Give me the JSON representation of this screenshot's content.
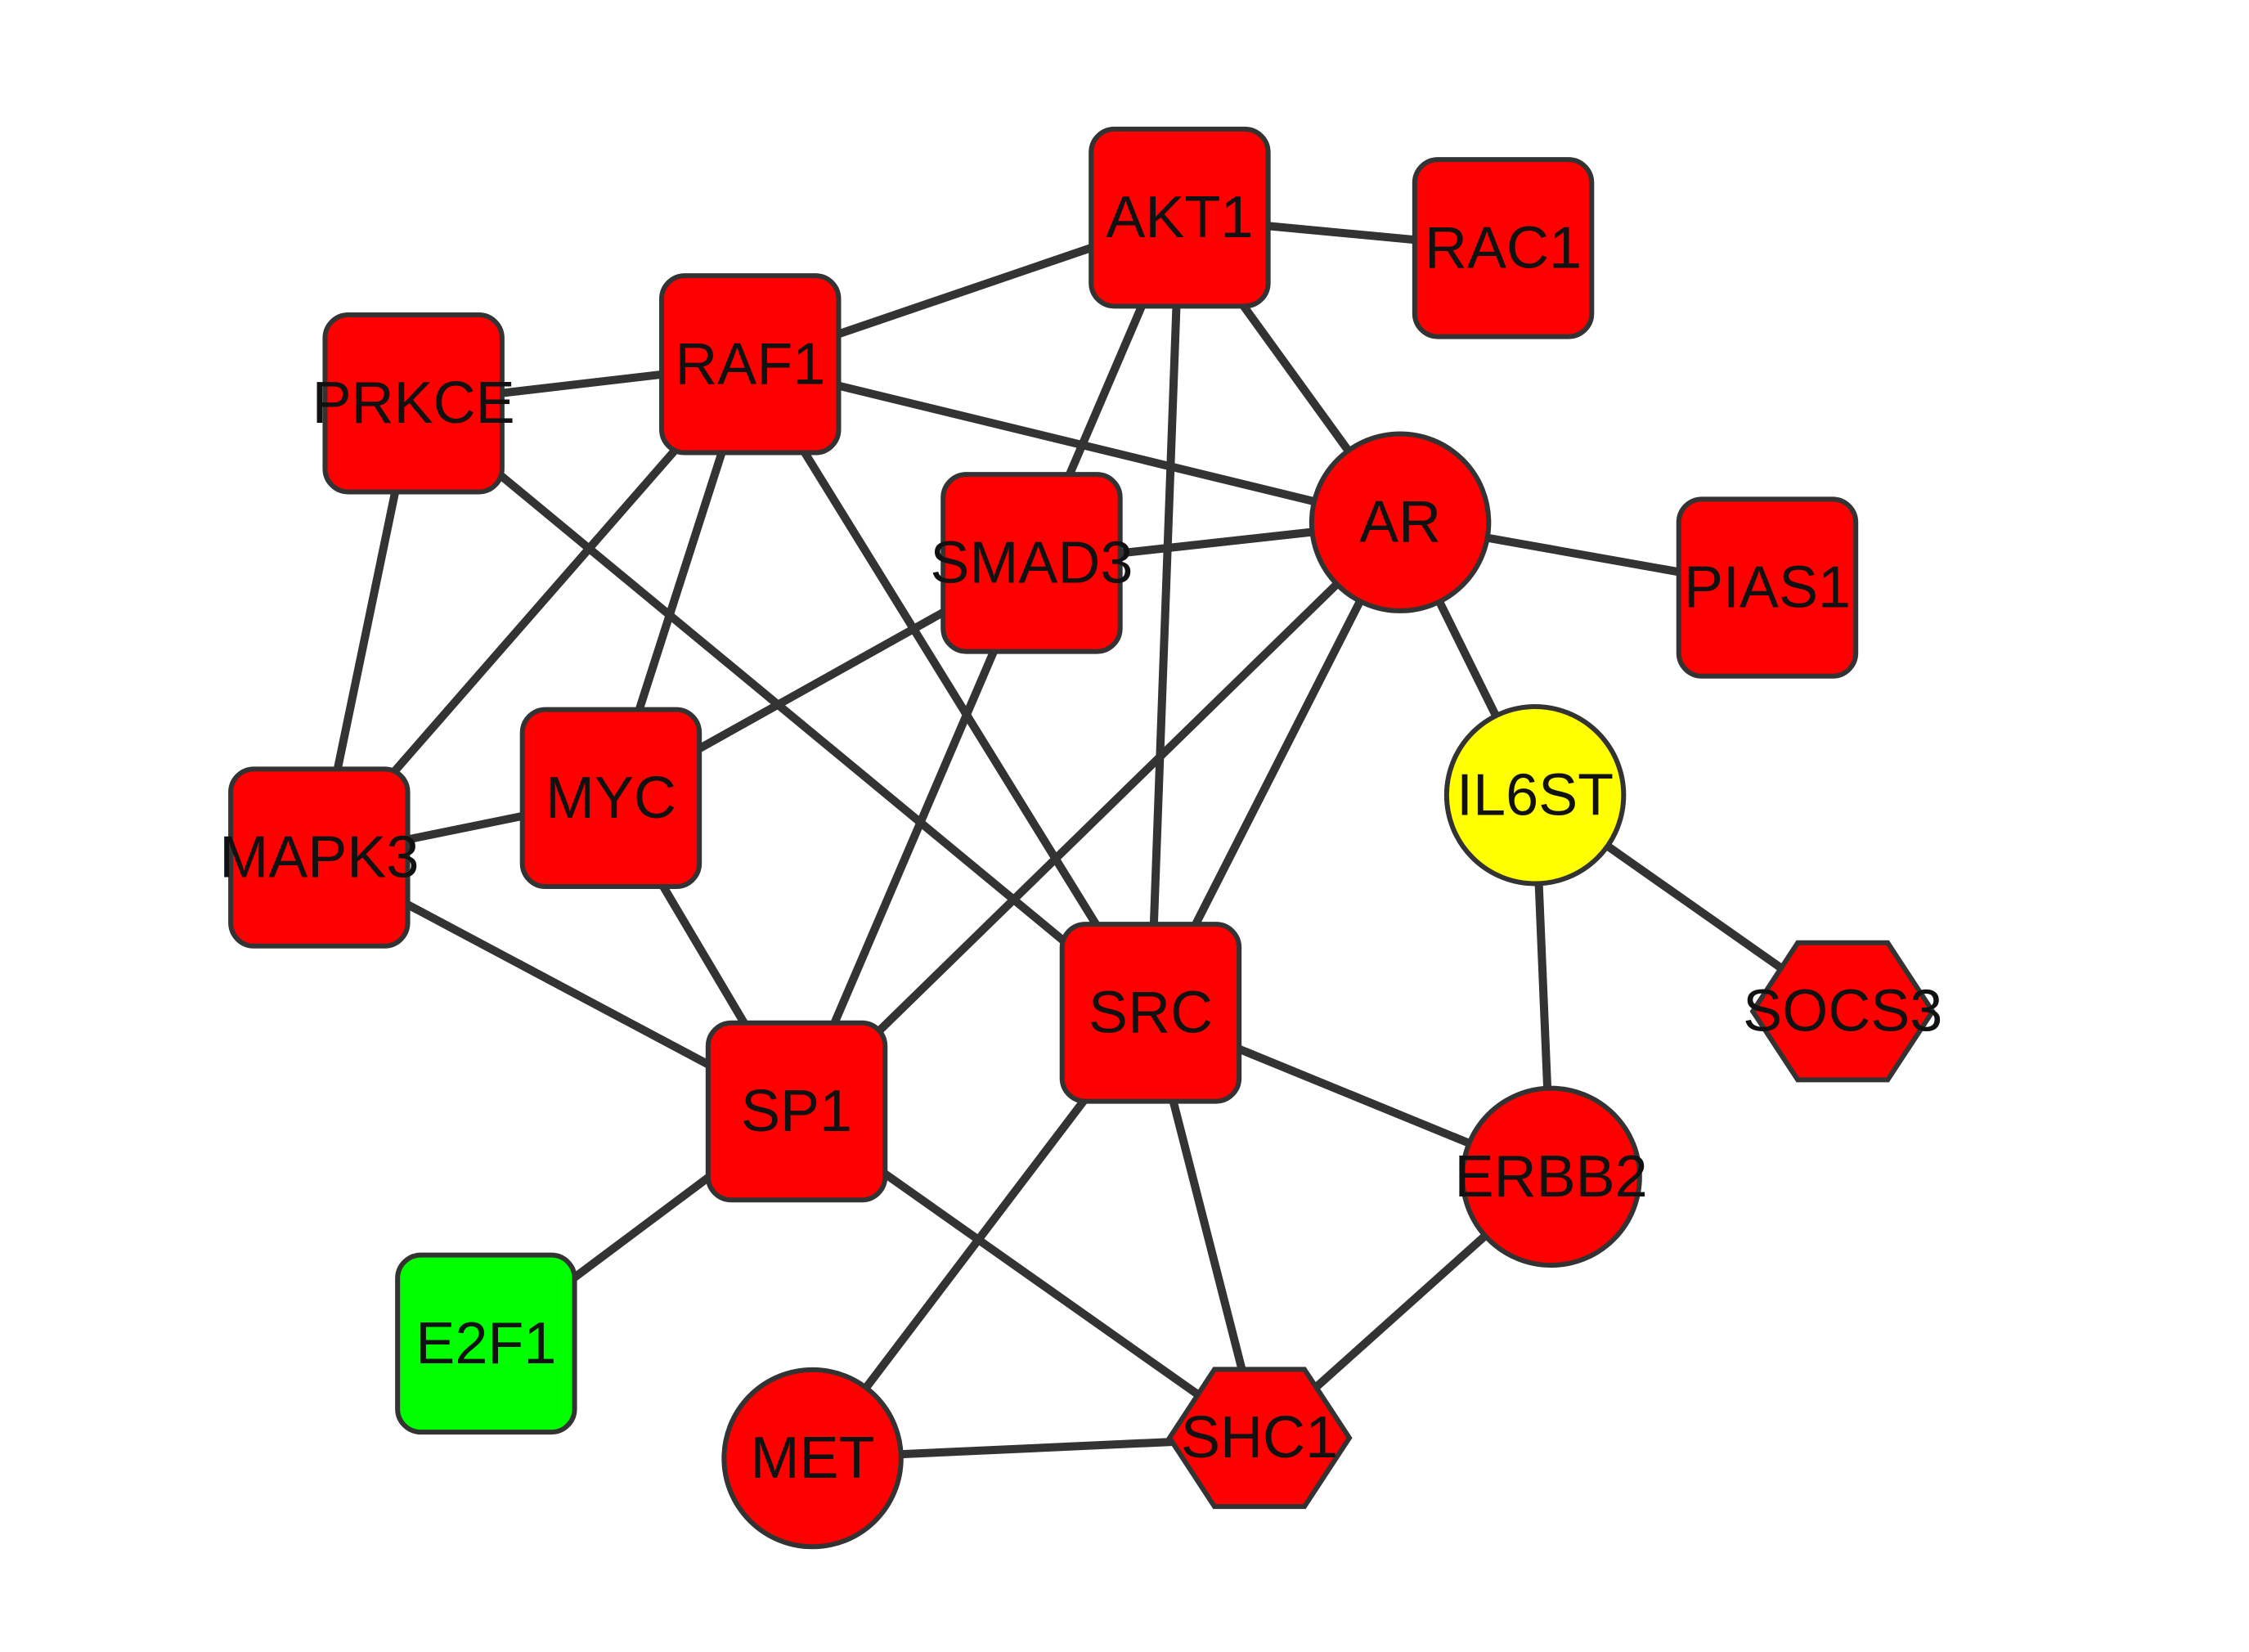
{
  "network": {
    "colors": {
      "red": "#ff0000",
      "green": "#00ff00",
      "yellow": "#ffff00",
      "edge": "#333333",
      "outline": "#333333"
    },
    "nodes": [
      {
        "id": "AKT1",
        "label": "AKT1",
        "shape": "rounded-square",
        "color": "red"
      },
      {
        "id": "RAC1",
        "label": "RAC1",
        "shape": "rounded-square",
        "color": "red"
      },
      {
        "id": "RAF1",
        "label": "RAF1",
        "shape": "rounded-square",
        "color": "red"
      },
      {
        "id": "PRKCE",
        "label": "PRKCE",
        "shape": "rounded-square",
        "color": "red"
      },
      {
        "id": "SMAD3",
        "label": "SMAD3",
        "shape": "rounded-square",
        "color": "red"
      },
      {
        "id": "AR",
        "label": "AR",
        "shape": "circle",
        "color": "red"
      },
      {
        "id": "PIAS1",
        "label": "PIAS1",
        "shape": "rounded-square",
        "color": "red"
      },
      {
        "id": "MYC",
        "label": "MYC",
        "shape": "rounded-square",
        "color": "red"
      },
      {
        "id": "MAPK3",
        "label": "MAPK3",
        "shape": "rounded-square",
        "color": "red"
      },
      {
        "id": "IL6ST",
        "label": "IL6ST",
        "shape": "circle",
        "color": "yellow"
      },
      {
        "id": "SRC",
        "label": "SRC",
        "shape": "rounded-square",
        "color": "red"
      },
      {
        "id": "SOCS3",
        "label": "SOCS3",
        "shape": "hexagon",
        "color": "red"
      },
      {
        "id": "SP1",
        "label": "SP1",
        "shape": "rounded-square",
        "color": "red"
      },
      {
        "id": "ERBB2",
        "label": "ERBB2",
        "shape": "circle",
        "color": "red"
      },
      {
        "id": "E2F1",
        "label": "E2F1",
        "shape": "rounded-square",
        "color": "green"
      },
      {
        "id": "MET",
        "label": "MET",
        "shape": "circle",
        "color": "red"
      },
      {
        "id": "SHC1",
        "label": "SHC1",
        "shape": "hexagon",
        "color": "red"
      }
    ],
    "edges": [
      [
        "AKT1",
        "RAC1"
      ],
      [
        "AKT1",
        "RAF1"
      ],
      [
        "AKT1",
        "SMAD3"
      ],
      [
        "AKT1",
        "SRC"
      ],
      [
        "AKT1",
        "AR"
      ],
      [
        "RAF1",
        "PRKCE"
      ],
      [
        "RAF1",
        "AR"
      ],
      [
        "RAF1",
        "MAPK3"
      ],
      [
        "RAF1",
        "MYC"
      ],
      [
        "RAF1",
        "SRC"
      ],
      [
        "PRKCE",
        "MAPK3"
      ],
      [
        "PRKCE",
        "SRC"
      ],
      [
        "SMAD3",
        "AR"
      ],
      [
        "SMAD3",
        "MYC"
      ],
      [
        "SMAD3",
        "SP1"
      ],
      [
        "AR",
        "PIAS1"
      ],
      [
        "AR",
        "IL6ST"
      ],
      [
        "AR",
        "SP1"
      ],
      [
        "AR",
        "SRC"
      ],
      [
        "MYC",
        "MAPK3"
      ],
      [
        "MYC",
        "SP1"
      ],
      [
        "MAPK3",
        "SP1"
      ],
      [
        "IL6ST",
        "SOCS3"
      ],
      [
        "IL6ST",
        "ERBB2"
      ],
      [
        "SRC",
        "ERBB2"
      ],
      [
        "SRC",
        "SHC1"
      ],
      [
        "SRC",
        "MET"
      ],
      [
        "SP1",
        "E2F1"
      ],
      [
        "SP1",
        "SHC1"
      ],
      [
        "ERBB2",
        "SHC1"
      ],
      [
        "MET",
        "SHC1"
      ]
    ]
  }
}
